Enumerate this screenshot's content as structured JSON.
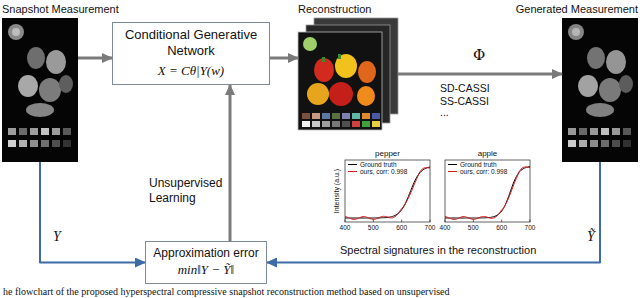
{
  "diagram": {
    "caption": "he flowchart of the proposed hyperspectral compressive snapshot reconstruction method based on unsupervised",
    "nodes": [
      {
        "text": [
          "Snapshot Measurement"
        ]
      },
      {
        "text": [
          "Conditional Generative Network",
          "X = Cθ|Y(w)"
        ]
      },
      {
        "text": [
          "Reconstruction"
        ]
      },
      {
        "text": [
          "Generated Measurement"
        ]
      },
      {
        "text": [
          "Approximation error",
          "min‖Y − Ỹ‖"
        ]
      }
    ],
    "edges": [
      {
        "from": 0,
        "to": 1,
        "arrow": "to"
      },
      {
        "from": 1,
        "to": 2,
        "arrow": "to"
      },
      {
        "from": 2,
        "to": 3,
        "label": "Φ",
        "arrow": "to"
      },
      {
        "from": 0,
        "to": 4,
        "label": "Y",
        "arrow": "to"
      },
      {
        "from": 3,
        "to": 4,
        "label": "Ỹ",
        "arrow": "to"
      },
      {
        "from": 4,
        "to": 1,
        "label": "Unsupervised Learning",
        "arrow": "to"
      }
    ],
    "labels": [
      "SD-CASSI",
      "SS-CASSI",
      "...",
      "pepper",
      "apple",
      "Intensity (a.u.)",
      "400",
      "500",
      "600",
      "700",
      "400",
      "500",
      "600",
      "700",
      "Ground truth",
      "ours, corr: 0.998",
      "Ground truth",
      "ours, corr: 0.998",
      "Spectral signatures in the reconstruction"
    ]
  }
}
